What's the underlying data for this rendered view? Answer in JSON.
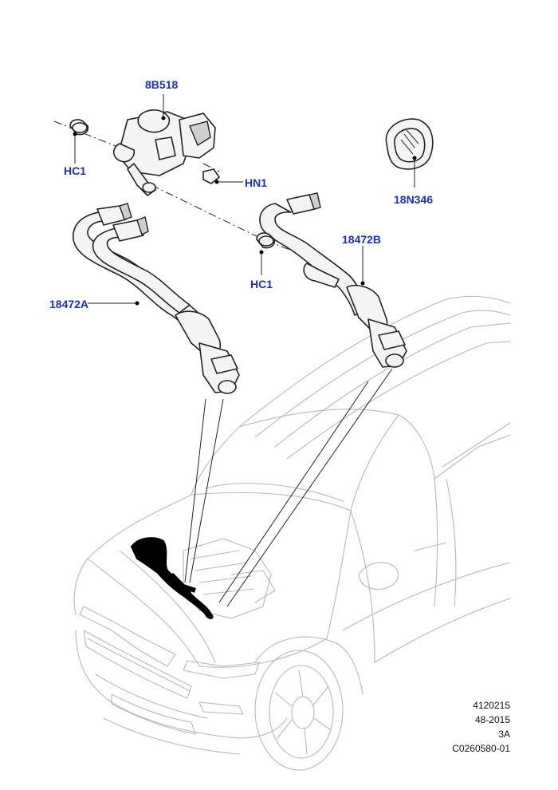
{
  "callouts": {
    "pump": "8B518",
    "clip_left": "HC1",
    "nut": "HN1",
    "grommet": "18N346",
    "hose_right": "18472B",
    "clip_mid": "HC1",
    "hose_left": "18472A"
  },
  "reference": {
    "line1": "4120215",
    "line2": "48-2015",
    "line3": "3A",
    "line4": "C0260580-01"
  },
  "colors": {
    "callout": "#1a2fbf",
    "highlight": "#000000"
  }
}
